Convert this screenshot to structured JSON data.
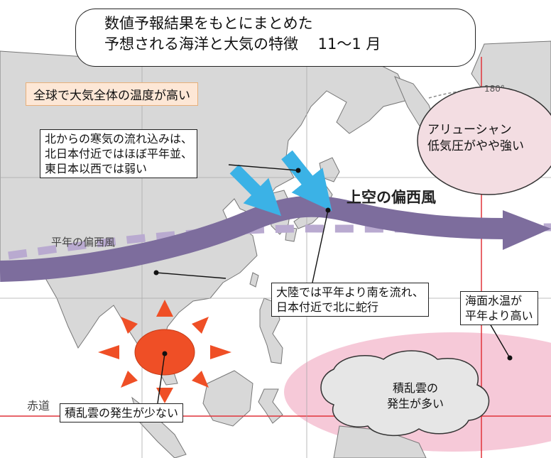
{
  "title": {
    "line1": "数値予報結果をもとにまとめた",
    "line2": "予想される海洋と大気の特徴　 11～1 月"
  },
  "global_note": "全球で大気全体の温度が高い",
  "cold_air": {
    "line1": "北からの寒気の流れ込みは、",
    "line2": "北日本付近ではほぼ平年並、",
    "line3": "東日本以西では弱い"
  },
  "aleutian": {
    "line1": "アリューシャン",
    "line2": "低気圧がやや強い"
  },
  "jet_label": "上空の偏西風",
  "normal_jet_label": "平年の偏西風",
  "jet_note": {
    "line1": "大陸では平年より南を流れ、",
    "line2": "日本付近で北に蛇行"
  },
  "sst": {
    "line1": "海面水温が",
    "line2": "平年より高い"
  },
  "equator_label": "赤道",
  "convection_low": "積乱雲の発生が少ない",
  "convection_high": {
    "line1": "積乱雲の",
    "line2": "発生が多い"
  },
  "meridian_label": "180°",
  "colors": {
    "jet": "#7d6d9d",
    "normal_jet": "#b9aad0",
    "cold_air_arrow": "#3bb2e6",
    "warm_sea": "#f6c9d8",
    "low_pressure": "#f3dde2",
    "sun": "#ef4f26",
    "grid": "#e1343a",
    "land": "#d8d8d8"
  }
}
